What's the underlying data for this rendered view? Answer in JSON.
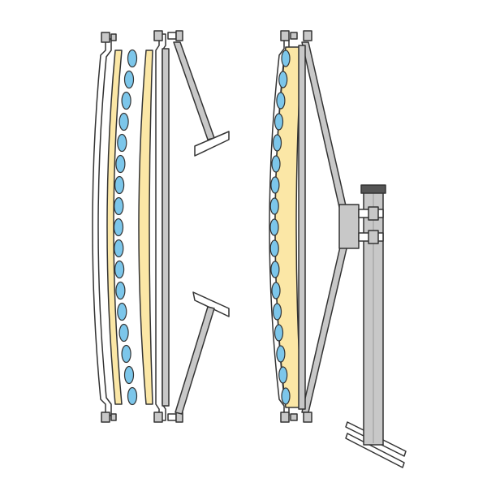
{
  "diagram": {
    "description_visible_text": "",
    "colors": {
      "background": "#ffffff",
      "outline": "#333333",
      "metal": "#c8c8c8",
      "metal_dark": "#b4b4b4",
      "yellow": "#fbe7a6",
      "blue": "#7cc6ea",
      "cap": "#555555",
      "white": "#ffffff"
    },
    "parts": {
      "exploded_view": [
        "outer-cover",
        "yellow-layer",
        "blue-element-column",
        "yellow-layer",
        "back-shell",
        "support-struts",
        "bolts"
      ],
      "assembled_view": [
        "assembled-dish",
        "support-struts",
        "mounting-bracket",
        "clamps",
        "mast-pole",
        "mast-base-bracket",
        "bolts"
      ]
    },
    "blue_element_count": 17
  }
}
